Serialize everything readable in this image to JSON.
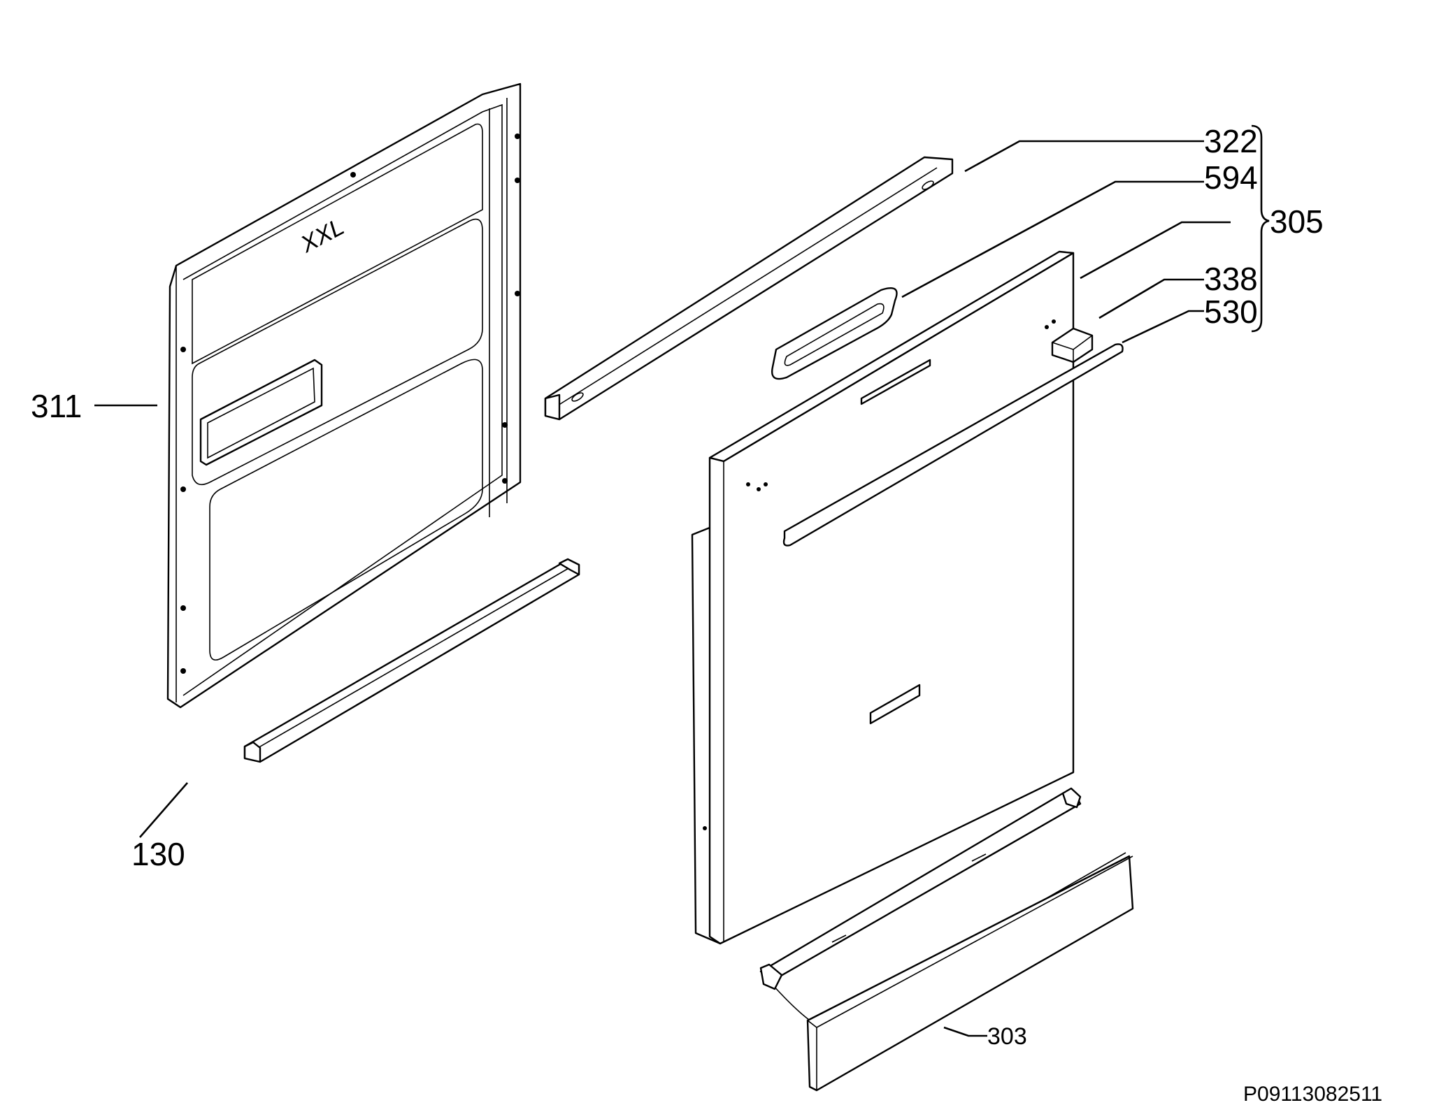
{
  "diagram": {
    "code": "P09113082511",
    "callouts": {
      "inner_door": "311",
      "bottom_strip": "130",
      "top_profile": "322",
      "handle_insert": "594",
      "door_assembly": "305",
      "bracket": "338",
      "handle_bar": "530",
      "kick_panel": "303"
    },
    "inner_panel_mark": "XXL"
  },
  "colors": {
    "line": "#000000",
    "background": "#ffffff"
  }
}
